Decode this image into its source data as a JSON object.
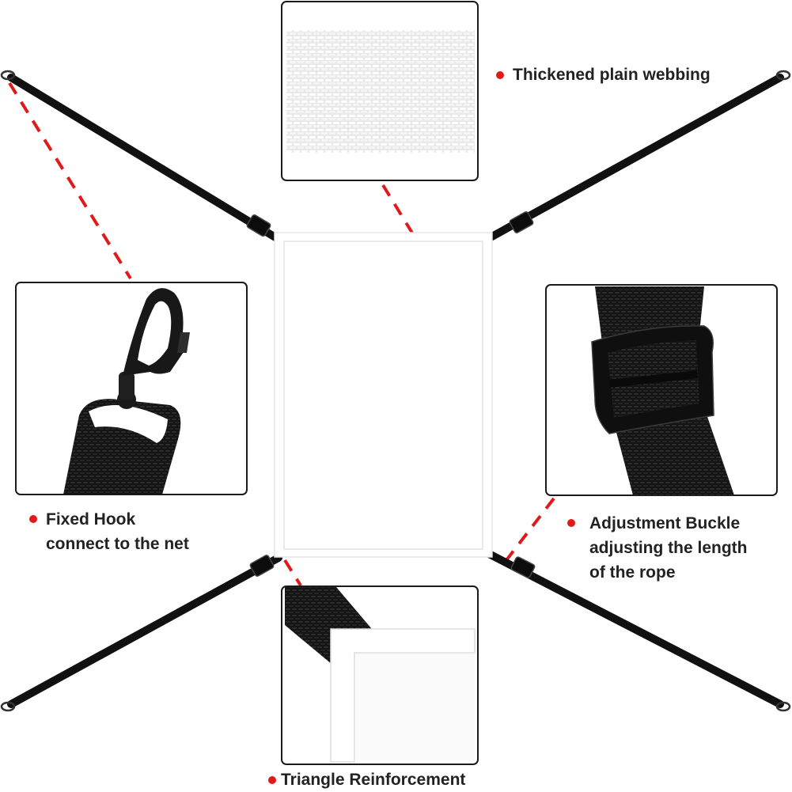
{
  "accent_color": "#e01a1a",
  "strap_color": "#111111",
  "callouts": {
    "webbing": {
      "text": "Thickened plain webbing"
    },
    "hook": {
      "line1": "Fixed Hook",
      "line2": "connect to the net"
    },
    "buckle": {
      "line1": "Adjustment Buckle",
      "line2": "adjusting the length",
      "line3": "of the rope"
    },
    "corner": {
      "text": "Triangle Reinforcement"
    }
  },
  "icons": [
    "snap-hook-icon",
    "slide-buckle-icon"
  ]
}
